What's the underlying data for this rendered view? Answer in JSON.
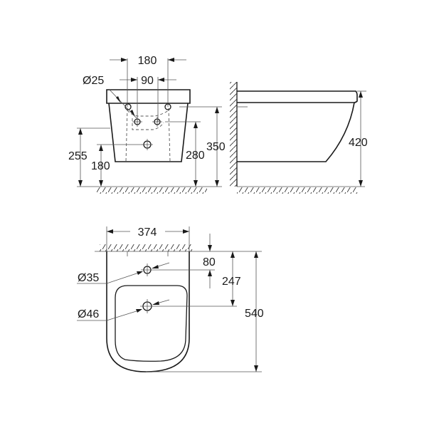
{
  "drawing": {
    "subject": "wall-hung bidet dimension drawing",
    "line_color": "#1a1a1a",
    "background": "#ffffff",
    "front_view": {
      "dims": {
        "tap_spacing_outer": "180",
        "tap_spacing_inner": "90",
        "tap_hole_diameter": "Ø25",
        "height_255": "255",
        "height_180": "180",
        "height_280": "280",
        "height_350": "350"
      }
    },
    "side_view": {
      "dims": {
        "overall_height": "420"
      }
    },
    "top_view": {
      "dims": {
        "width": "374",
        "tap_hole_distance": "80",
        "waste_distance": "247",
        "overall_depth": "540",
        "tap_hole_diameter": "Ø35",
        "waste_diameter": "Ø46"
      }
    }
  }
}
